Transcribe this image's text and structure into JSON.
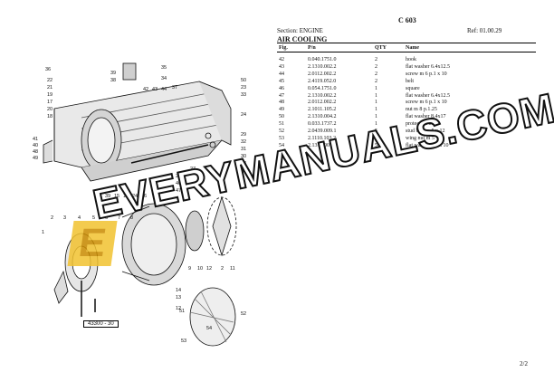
{
  "doc_code": "C 603",
  "section": "Section: ENGINE",
  "ref": "Ref: 01.00.29",
  "heading": "AIR COOLING",
  "table": {
    "headers": [
      "Fig.",
      "P/n",
      "QTY",
      "Name"
    ],
    "rows": [
      [
        "42",
        "0.040.1751.0",
        "2",
        "hook"
      ],
      [
        "43",
        "2.1310.002.2",
        "2",
        "flat washer 6.4x12.5"
      ],
      [
        "44",
        "2.0112.002.2",
        "2",
        "screw m 6 p.1 x 10"
      ],
      [
        "45",
        "2.4119.052.0",
        "2",
        "belt"
      ],
      [
        "46",
        "0.054.1751.0",
        "1",
        "square"
      ],
      [
        "47",
        "2.1310.002.2",
        "1",
        "flat washer 6.4x12.5"
      ],
      [
        "48",
        "2.0112.002.2",
        "1",
        "screw m 6 p.1 x 10"
      ],
      [
        "49",
        "2.1011.105.2",
        "1",
        "nut m 8 p.1.25"
      ],
      [
        "50",
        "2.1310.004.2",
        "1",
        "flat washer 8.4x17"
      ],
      [
        "51",
        "0.033.1737.2",
        "1",
        "protective mesh"
      ],
      [
        "52",
        "2.0439.009.1",
        "5",
        "stud bolt m 5 x 12"
      ],
      [
        "53",
        "2.1110.103.2",
        "5",
        "wing nut m 5"
      ],
      [
        "54",
        "2.1310.001.2",
        "5",
        "flat washer 5.3 x 10"
      ]
    ]
  },
  "watermark": "EVERYMANUALS.COM",
  "logo_letter": "E",
  "drawing_ref": "43300 - 30",
  "page_number": "2/2",
  "callouts": {
    "upper": [
      "36",
      "35",
      "39",
      "38",
      "34",
      "22",
      "21",
      "19",
      "17",
      "20",
      "18",
      "42",
      "43",
      "44",
      "37",
      "41",
      "40",
      "48",
      "49",
      "50",
      "23",
      "33",
      "24",
      "29",
      "32",
      "31",
      "30",
      "28",
      "27",
      "39",
      "15",
      "18",
      "24",
      "26",
      "25",
      "40",
      "47"
    ],
    "lower": [
      "2",
      "3",
      "1",
      "4",
      "5",
      "6",
      "7",
      "8",
      "9",
      "10",
      "12",
      "2",
      "11",
      "14",
      "13",
      "12",
      "51",
      "52",
      "54",
      "53"
    ]
  }
}
